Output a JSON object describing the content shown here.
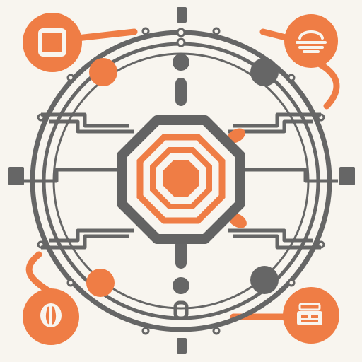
{
  "diagram": {
    "colors": {
      "background": "#f8f5ef",
      "accent": "#ef7d45",
      "line": "#666666",
      "hub_stroke": "#636363",
      "light": "#f8f5ef"
    },
    "hub": {
      "icon": "concentric-octagon-icon"
    },
    "corner_nodes": [
      {
        "position": "top-left",
        "icon": "square-frame-icon"
      },
      {
        "position": "top-right",
        "icon": "cloud-stack-icon"
      },
      {
        "position": "bottom-left",
        "icon": "shell-icon"
      },
      {
        "position": "bottom-right",
        "icon": "document-tray-icon"
      }
    ]
  }
}
